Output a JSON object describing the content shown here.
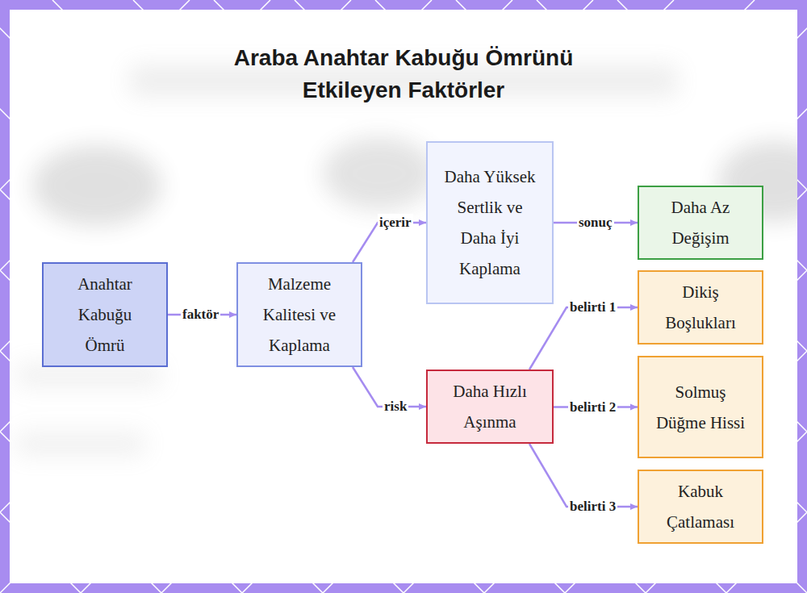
{
  "diagram": {
    "title": "Araba Anahtar Kabuğu Ömrünü Etkileyen Faktörler",
    "nodes": [
      {
        "text": [
          "Anahtar Kabuğu Ömrü"
        ]
      },
      {
        "text": [
          "Malzeme Kalitesi ve Kaplama"
        ]
      },
      {
        "text": [
          "Daha Yüksek Sertlik ve Daha İyi Kaplama"
        ]
      },
      {
        "text": [
          "Daha Az Değişim"
        ]
      },
      {
        "text": [
          "Daha Hızlı Aşınma"
        ]
      },
      {
        "text": [
          "Dikiş Boşlukları"
        ]
      },
      {
        "text": [
          "Solmuş Düğme Hissi"
        ]
      },
      {
        "text": [
          "Kabuk Çatlaması"
        ]
      }
    ],
    "edges": [
      {
        "from": 0,
        "to": 1,
        "label": "faktör",
        "arrow": "to"
      },
      {
        "from": 1,
        "to": 2,
        "label": "içerir",
        "arrow": "to"
      },
      {
        "from": 1,
        "to": 4,
        "label": "risk",
        "arrow": "to"
      },
      {
        "from": 2,
        "to": 3,
        "label": "sonuç",
        "arrow": "to"
      },
      {
        "from": 4,
        "to": 5,
        "label": "belirti 1",
        "arrow": "to"
      },
      {
        "from": 4,
        "to": 6,
        "label": "belirti 2",
        "arrow": "to"
      },
      {
        "from": 4,
        "to": 7,
        "label": "belirti 3",
        "arrow": "to"
      }
    ]
  }
}
